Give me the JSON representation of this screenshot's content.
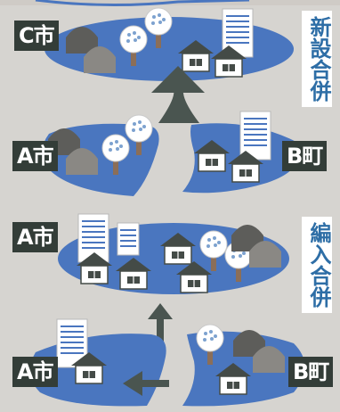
{
  "labels": {
    "c_city": "C市",
    "a_city_top": "A市",
    "b_town_top": "B町",
    "a_city_bottom_after": "A市",
    "a_city_bottom_before": "A市",
    "b_town_bottom": "B町"
  },
  "merger_types": {
    "new_merger": "新設合併",
    "absorption_merger": "編入合併"
  },
  "colors": {
    "background": "#d6d4d0",
    "land": "#4a76bf",
    "label_bg": "#333d38",
    "arrow": "#4a5550",
    "vertical_label_text": "#2e6ea6"
  }
}
